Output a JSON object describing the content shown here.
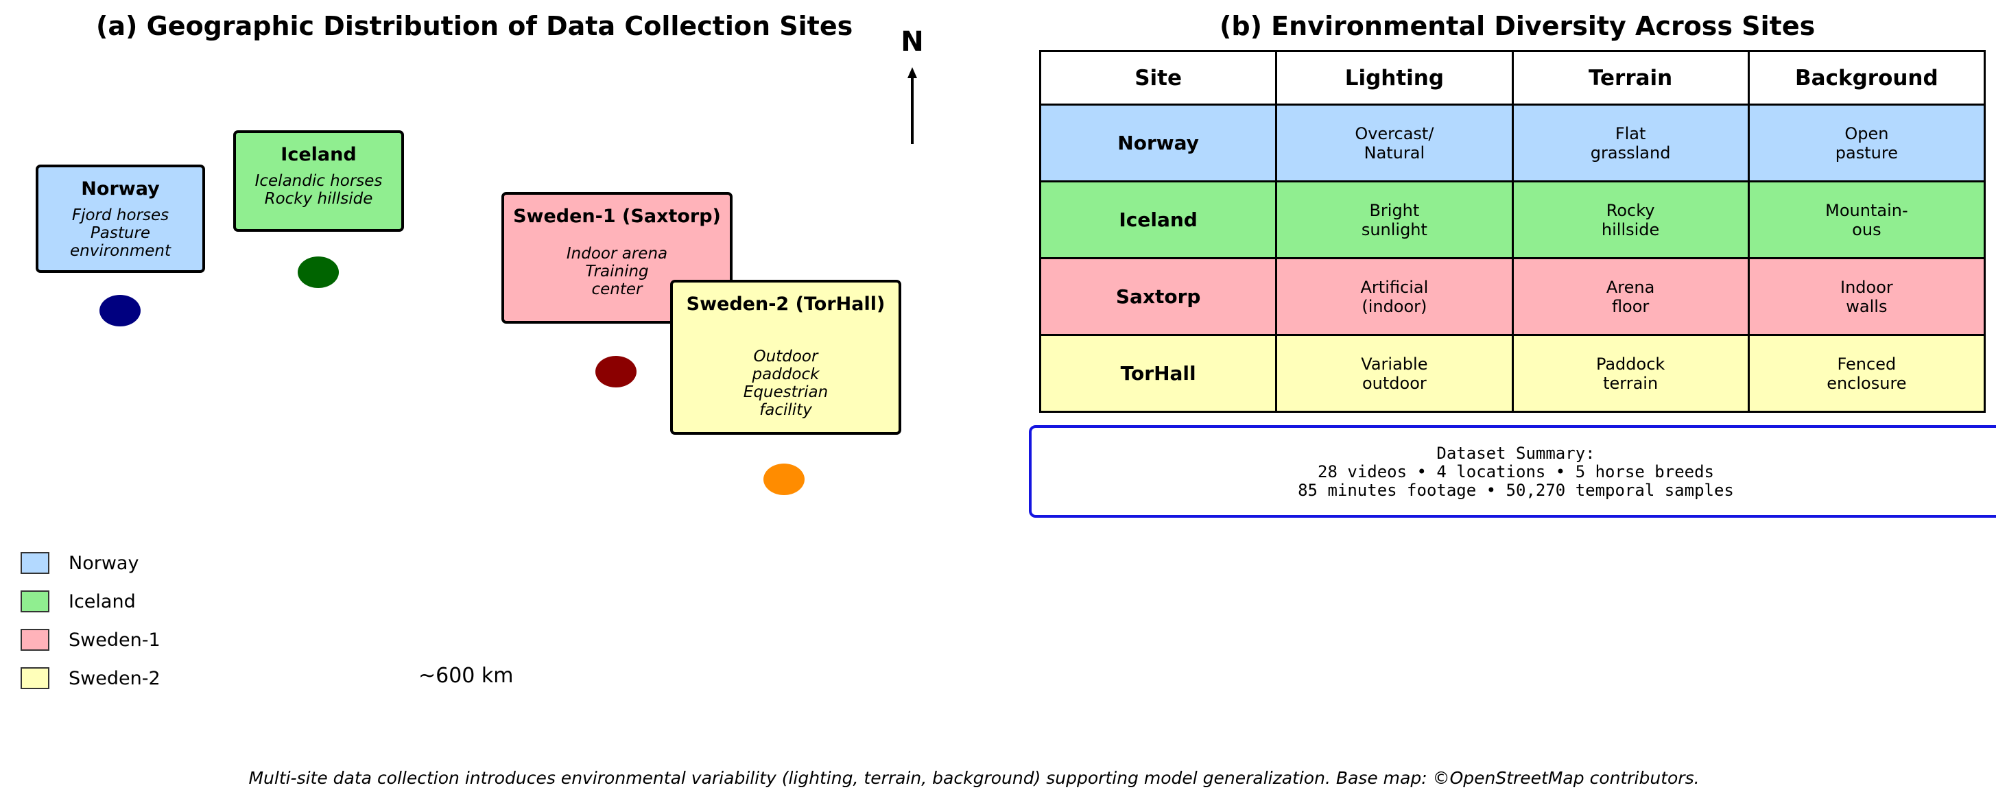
{
  "panel_a": {
    "title": "(a) Geographic Distribution of Data Collection Sites",
    "north_label": "N",
    "scale_label": "~600 km",
    "sites": [
      {
        "name": "Norway",
        "desc": [
          "Fjord horses",
          "Pasture",
          "environment"
        ],
        "fill": "#b3d9ff",
        "dot": "#000080"
      },
      {
        "name": "Iceland",
        "desc": [
          "Icelandic horses",
          "Rocky hillside"
        ],
        "fill": "#90ee90",
        "dot": "#006400"
      },
      {
        "name": "Sweden-1 (Saxtorp)",
        "desc": [
          "Indoor arena",
          "Training",
          "center"
        ],
        "fill": "#ffb3ba",
        "dot": "#8b0000"
      },
      {
        "name": "Sweden-2 (TorHall)",
        "desc": [
          "Outdoor",
          "paddock",
          "Equestrian",
          "facility"
        ],
        "fill": "#ffffba",
        "dot": "#ff8c00"
      }
    ],
    "legend": [
      {
        "label": "Norway",
        "color": "#b3d9ff"
      },
      {
        "label": "Iceland",
        "color": "#90ee90"
      },
      {
        "label": "Sweden-1",
        "color": "#ffb3ba"
      },
      {
        "label": "Sweden-2",
        "color": "#ffffba"
      }
    ]
  },
  "panel_b": {
    "title": "(b) Environmental Diversity Across Sites",
    "headers": [
      "Site",
      "Lighting",
      "Terrain",
      "Background"
    ],
    "rows": [
      {
        "color": "#b3d9ff",
        "cells": [
          "Norway",
          "Overcast/\nNatural",
          "Flat\ngrassland",
          "Open\npasture"
        ]
      },
      {
        "color": "#90ee90",
        "cells": [
          "Iceland",
          "Bright\nsunlight",
          "Rocky\nhillside",
          "Mountain-\nous"
        ]
      },
      {
        "color": "#ffb3ba",
        "cells": [
          "Saxtorp",
          "Artificial\n(indoor)",
          "Arena\nfloor",
          "Indoor\nwalls"
        ]
      },
      {
        "color": "#ffffba",
        "cells": [
          "TorHall",
          "Variable\noutdoor",
          "Paddock\nterrain",
          "Fenced\nenclosure"
        ]
      }
    ],
    "summary": "Dataset Summary:\n28 videos • 4 locations • 5 horse breeds\n85 minutes footage • 50,270 temporal samples"
  },
  "caption": "Multi-site data collection introduces environmental variability (lighting, terrain, background) supporting model generalization. Base map: ©OpenStreetMap contributors."
}
